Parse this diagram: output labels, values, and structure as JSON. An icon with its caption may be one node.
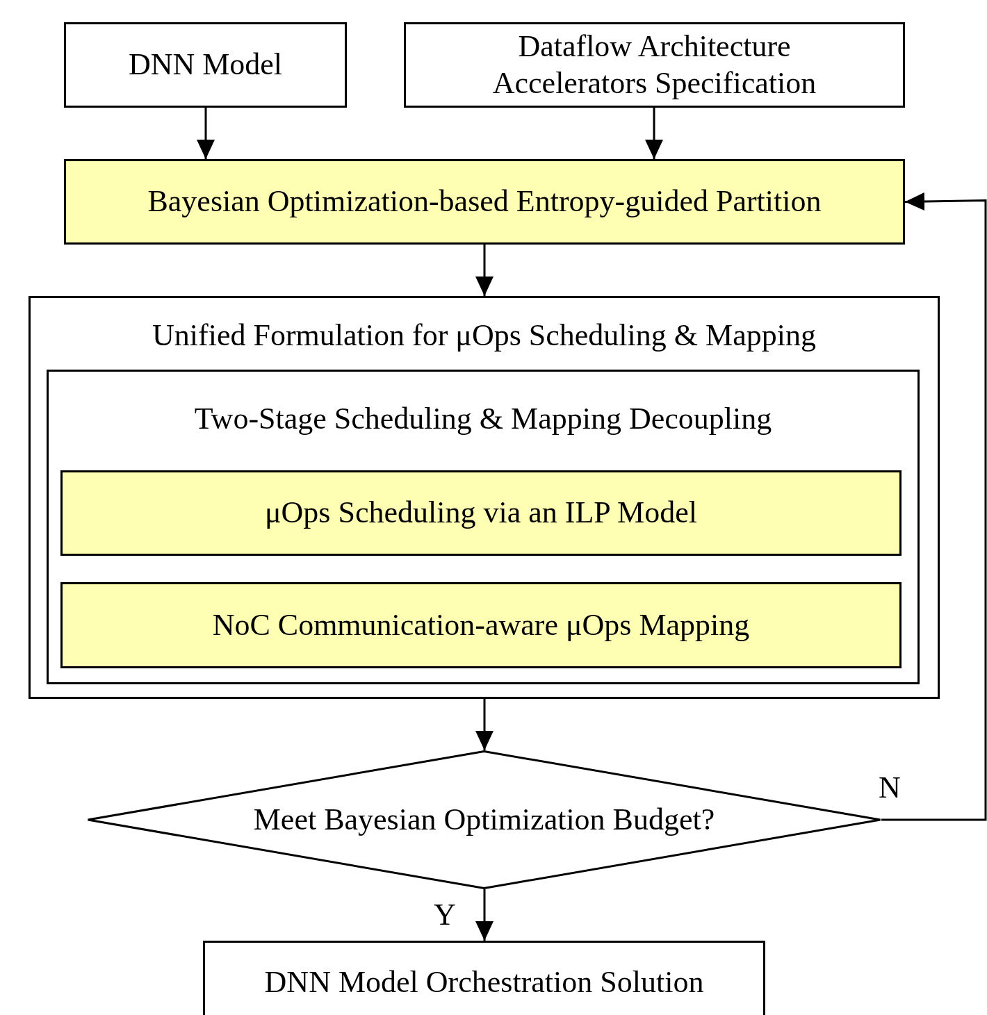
{
  "diagram": {
    "nodes": [
      {
        "text": [
          "DNN Model"
        ]
      },
      {
        "text": [
          "Dataflow Architecture Accelerators Specification"
        ]
      },
      {
        "text": [
          "Bayesian Optimization-based Entropy-guided Partition"
        ]
      },
      {
        "text": [
          "Unified Formulation for μOps Scheduling & Mapping"
        ]
      },
      {
        "text": [
          "Two-Stage Scheduling & Mapping Decoupling"
        ],
        "in": 3
      },
      {
        "text": [
          "μOps Scheduling via an ILP Model"
        ],
        "in": 4
      },
      {
        "text": [
          "NoC Communication-aware μOps Mapping"
        ],
        "in": 4
      },
      {
        "text": [
          "Meet Bayesian Optimization Budget?"
        ]
      },
      {
        "text": [
          "DNN Model Orchestration Solution"
        ]
      }
    ],
    "edges": [
      {
        "from": 0,
        "to": 2,
        "arrow": "to"
      },
      {
        "from": 1,
        "to": 2,
        "arrow": "to"
      },
      {
        "from": 2,
        "to": 3,
        "arrow": "to"
      },
      {
        "from": 3,
        "to": 7,
        "arrow": "to"
      },
      {
        "from": 7,
        "to": 8,
        "arrow": "to",
        "label": "Y"
      },
      {
        "from": 7,
        "to": 2,
        "arrow": "to",
        "label": "N"
      }
    ]
  }
}
